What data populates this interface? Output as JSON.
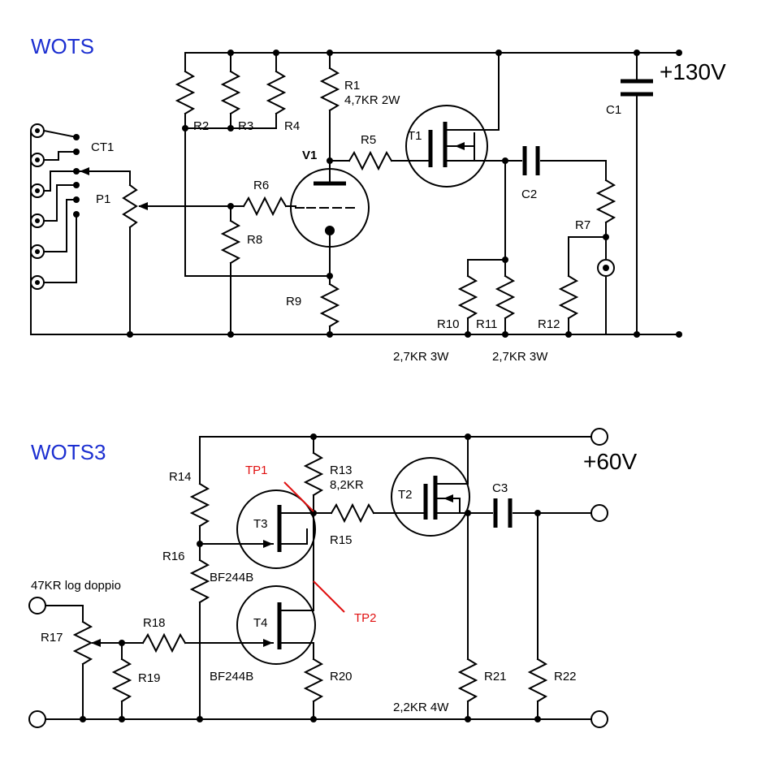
{
  "titles": {
    "top": "WOTS",
    "bottom": "WOTS3"
  },
  "colors": {
    "title": "#1c2fd1",
    "testpoint": "#e01010",
    "wire": "#000000"
  },
  "supply": {
    "top": "+130V",
    "bottom": "+60V"
  },
  "top_labels": {
    "R1": "R1",
    "R1_value": "4,7KR 2W",
    "R2": "R2",
    "R3": "R3",
    "R4": "R4",
    "R5": "R5",
    "R6": "R6",
    "R7": "R7",
    "R8": "R8",
    "R9": "R9",
    "R10": "R10",
    "R11": "R11",
    "R12": "R12",
    "R10_value": "2,7KR 3W",
    "R11_value": "2,7KR 3W",
    "C1": "C1",
    "C2": "C2",
    "CT1": "CT1",
    "P1": "P1",
    "T1": "T1",
    "V1": "V1"
  },
  "bottom_labels": {
    "R13": "R13",
    "R13_value": "8,2KR",
    "R14": "R14",
    "R15": "R15",
    "R16": "R16",
    "R17": "R17",
    "R17_value": "47KR log doppio",
    "R18": "R18",
    "R19": "R19",
    "R20": "R20",
    "R21": "R21",
    "R21_value": "2,2KR 4W",
    "R22": "R22",
    "C3": "C3",
    "T2": "T2",
    "T3": "T3",
    "T4": "T4",
    "T3_type": "BF244B",
    "T4_type": "BF244B",
    "TP1": "TP1",
    "TP2": "TP2"
  }
}
